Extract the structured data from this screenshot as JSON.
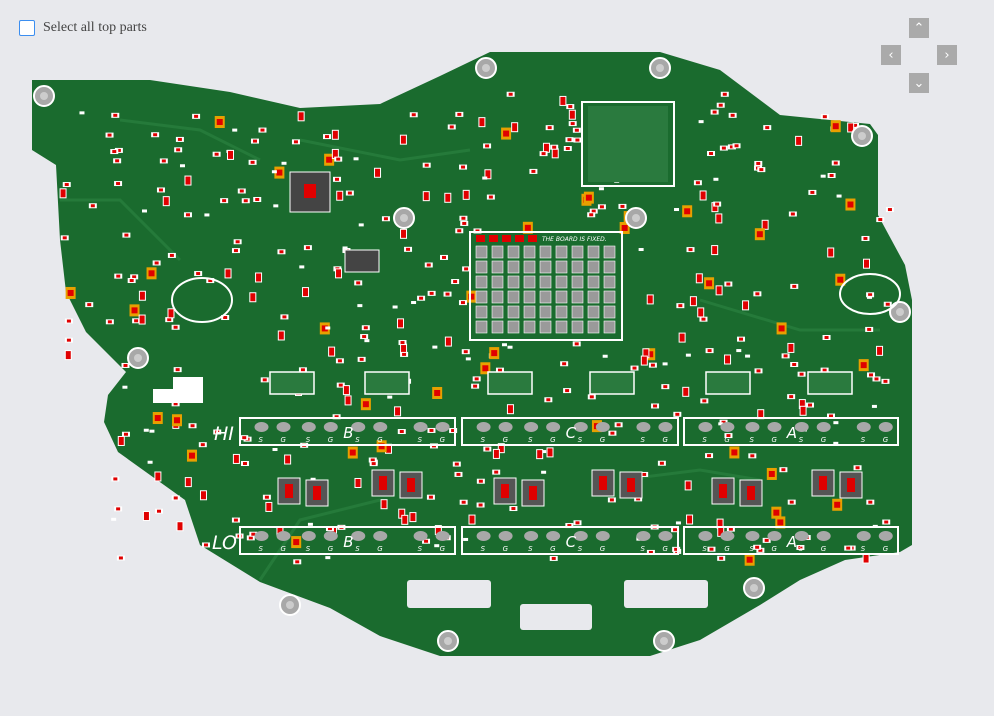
{
  "select_all": {
    "label": "Select all top parts",
    "checked": false
  },
  "nav": {
    "up": "up-arrow",
    "left": "left-arrow",
    "right": "right-arrow",
    "down": "down-arrow"
  },
  "board": {
    "hi_label": "HI",
    "lo_label": "LO",
    "phases": [
      "B",
      "C",
      "A"
    ],
    "pad_s": "S",
    "pad_g": "G",
    "heatsink_text": "THE BOARD IS FIXED.",
    "colors": {
      "board": "#1a6b2e",
      "silk": "#ffffff",
      "pad": "#e00000",
      "body": "#555555",
      "hole": "#a8a8a8",
      "background": "#e8e9ed"
    }
  }
}
